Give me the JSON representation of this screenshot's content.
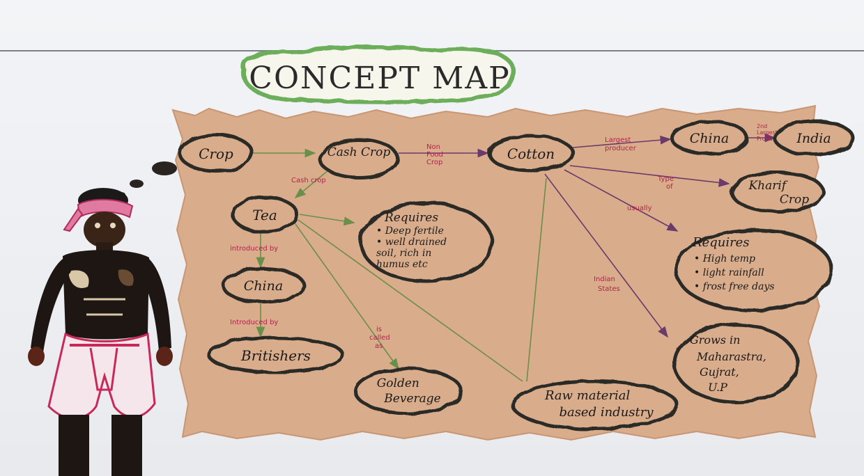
{
  "title": "CONCEPT MAP",
  "colors": {
    "background_paper": "#d9ac8b",
    "node_border": "#2b2b28",
    "arrow_green": "#6a8f4a",
    "arrow_purple": "#6a3a6a",
    "label_pink": "#b0244a",
    "title_cloud_green": "#6cae5a"
  },
  "nodes": {
    "crop": "Crop",
    "cash_crop": "Cash Crop",
    "cotton": "Cotton",
    "china_top": "China",
    "india": "India",
    "kharif_crop": [
      "Kharif",
      "Crop"
    ],
    "tea": "Tea",
    "tea_requires": [
      "Requires",
      "• Deep fertile",
      "• well drained",
      "  soil, rich in",
      "  humus etc"
    ],
    "cotton_requires": [
      "Requires",
      "• High temp",
      "• light rainfall",
      "• frost free days"
    ],
    "grows_in": [
      "Grows in",
      "Maharastra,",
      "Gujrat,",
      "U.P"
    ],
    "china_mid": "China",
    "britishers": "Britishers",
    "golden_beverage": [
      "Golden",
      "Beverage"
    ],
    "raw_material": [
      "Raw material",
      "based industry"
    ]
  },
  "edge_labels": {
    "crop_cash": "",
    "cash_cotton": [
      "Non",
      "Food",
      "Crop"
    ],
    "cotton_china": [
      "Largest",
      "producer"
    ],
    "china_india": [
      "2nd",
      "Largest",
      "Producer"
    ],
    "cotton_kharif": [
      "Type",
      "of"
    ],
    "cotton_requires": "usually",
    "cotton_grows": [
      "Indian",
      "States"
    ],
    "cash_tea": "Cash crop",
    "tea_china": "introduced by",
    "china_brit": "Introduced by",
    "tea_golden": [
      "is",
      "called",
      "as"
    ]
  },
  "thought_bubble": "thought-bubble",
  "figure": "farmer-illustration"
}
